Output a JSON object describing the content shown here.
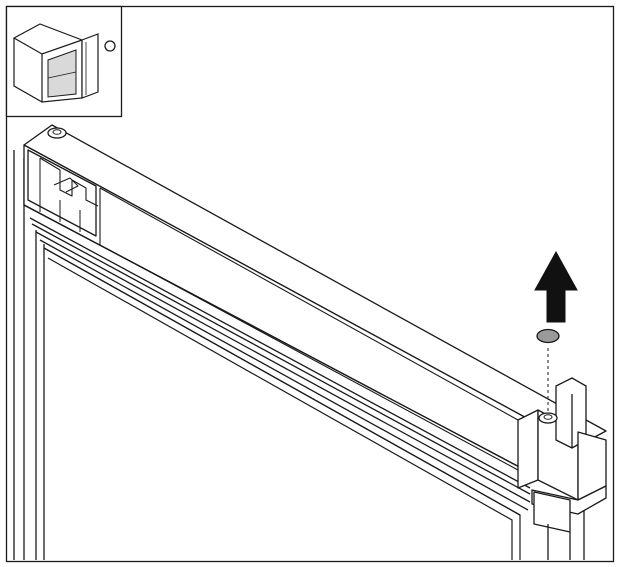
{
  "diagram": {
    "colors": {
      "line": "#1a1a1a",
      "paper": "#ffffff",
      "cap_fill": "#9a9a9a",
      "arrow_fill": "#111111",
      "inset_shade": "#d9d9d9"
    },
    "parts": {
      "inset": "appliance-location-inset",
      "door_top": "door-top-frame",
      "cap": "hinge-cover-cap",
      "arrow": "remove-up-arrow"
    }
  }
}
